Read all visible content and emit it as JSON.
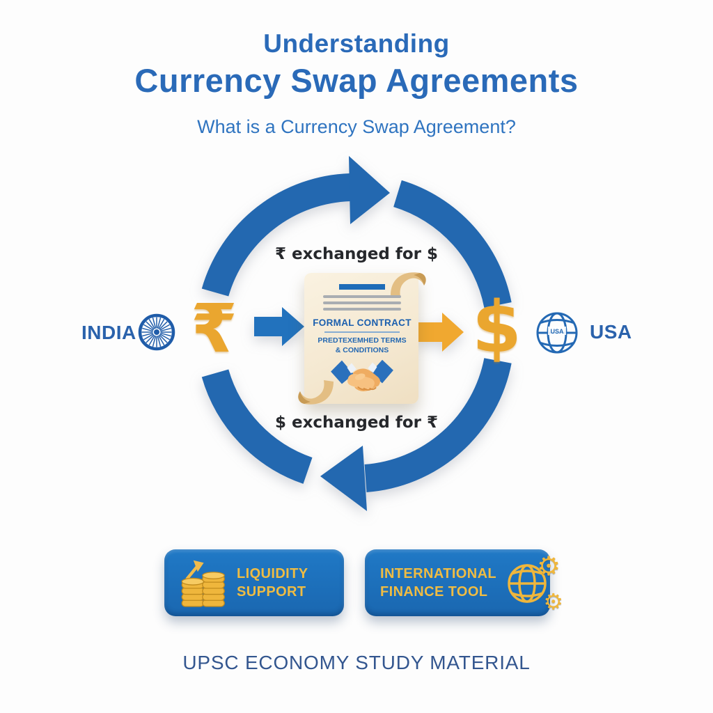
{
  "header": {
    "title_line1": "Understanding",
    "title_line2": "Currency Swap Agreements",
    "subtitle": "What is a Currency Swap Agreement?"
  },
  "cycle": {
    "top_label": "₹ exchanged for $",
    "bottom_label": "$ exchanged for ₹",
    "india": {
      "label": "INDIA",
      "currency_symbol": "₹"
    },
    "usa": {
      "label": "USA",
      "currency_symbol": "$",
      "globe_label": "USA"
    },
    "contract": {
      "title": "FORMAL CONTRACT",
      "terms_line1": "PREDTEXEMHED TERMS",
      "terms_line2": "& CONDITIONS"
    }
  },
  "features": [
    {
      "line1": "LIQUIDITY",
      "line2": "SUPPORT",
      "icon": "coins-growth-icon"
    },
    {
      "line1": "INTERNATIONAL",
      "line2": "FINANCE TOOL",
      "icon": "globe-gears-icon"
    }
  ],
  "footer": {
    "text": "UPSC ECONOMY STUDY MATERIAL"
  },
  "icons": {
    "gear": "⚙"
  },
  "colors": {
    "title_blue": "#2A6AB8",
    "subtitle_blue": "#2F74C0",
    "ring_blue": "#2368B0",
    "arrow_blue": "#2272BD",
    "gold": "#EAA62F",
    "card_blue": "#1C70BA",
    "card_text_gold": "#EFBC43",
    "contract_cream": "#F6ECD8",
    "label_dark": "#26282C",
    "country_blue": "#2A62AC",
    "footer_blue": "#33568F"
  }
}
